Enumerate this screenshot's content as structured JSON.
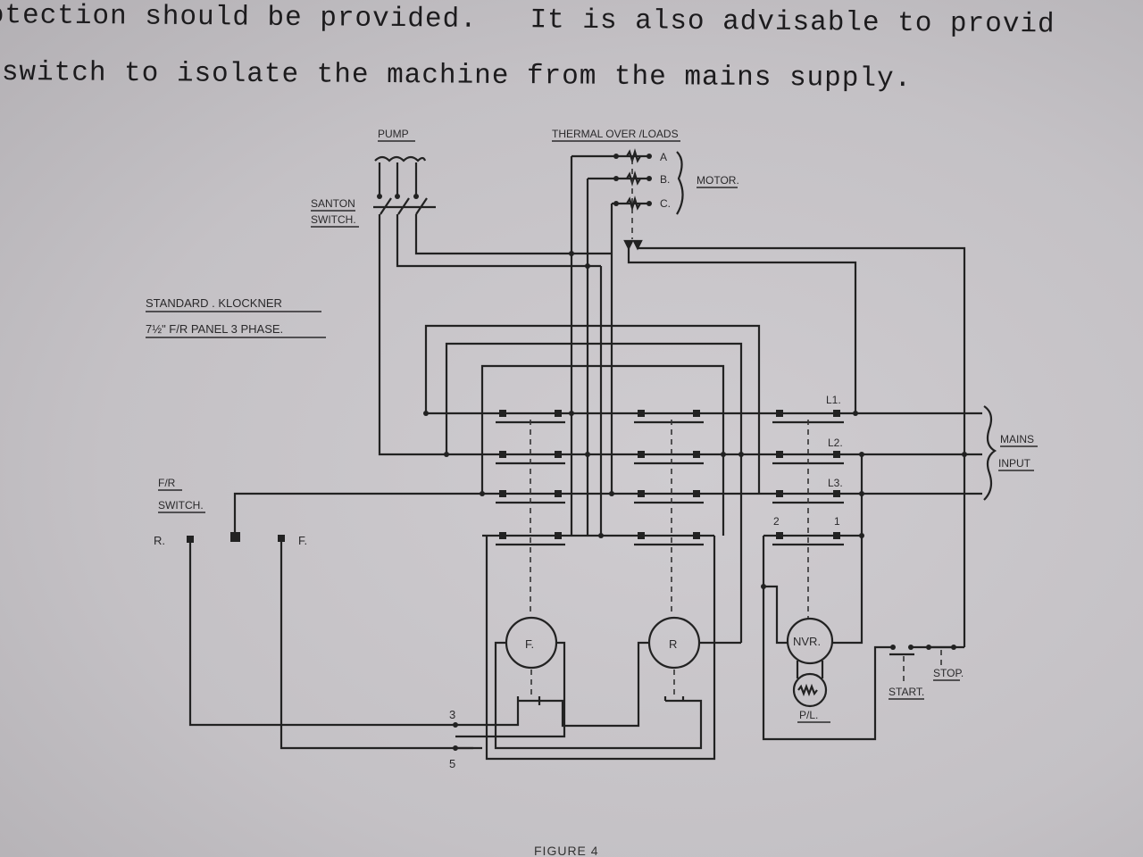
{
  "document": {
    "text_lines": [
      "otection should be provided.   It is also advisable to provid",
      "switch to isolate the machine from the mains supply."
    ],
    "figure_caption": "FIGURE 4"
  },
  "diagram": {
    "title_line1": "STANDARD . KLOCKNER",
    "title_line2": "7½\" F/R PANEL 3 PHASE.",
    "pump": "PUMP",
    "santon_switch_line1": "SANTON",
    "santon_switch_line2": "SWITCH.",
    "thermal_overloads": "THERMAL OVER /LOADS",
    "overload_a": "A",
    "overload_b": "B.",
    "overload_c": "C.",
    "motor": "MOTOR.",
    "mains_line1": "MAINS",
    "mains_line2": "INPUT",
    "l1": "L1.",
    "l2": "L2.",
    "l3": "L3.",
    "terminal_2": "2",
    "terminal_1": "1",
    "fr_switch_line1": "F/R",
    "fr_switch_line2": "SWITCH.",
    "switch_r": "R.",
    "switch_f": "F.",
    "coil_f": "F.",
    "coil_r": "R",
    "coil_nvr": "NVR.",
    "pilot_lamp": "P/L.",
    "start": "START.",
    "stop": "STOP.",
    "terminal_3": "3",
    "terminal_5": "5"
  }
}
